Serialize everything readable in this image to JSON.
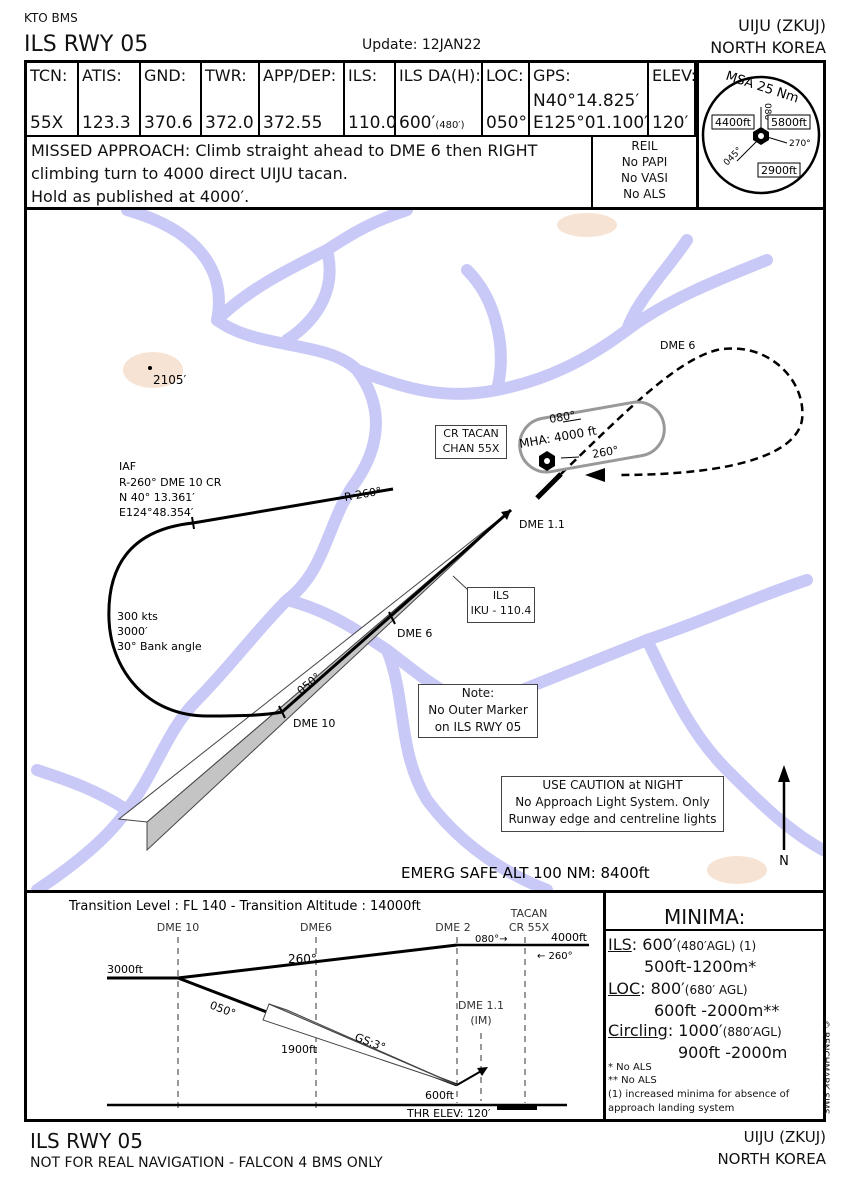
{
  "header": {
    "org": "KTO BMS",
    "title": "ILS RWY 05",
    "update": "Update: 12JAN22",
    "airport": "UIJU (ZKUJ)",
    "country": "NORTH KOREA"
  },
  "comms": [
    {
      "label": "TCN:",
      "value": "55X"
    },
    {
      "label": "ATIS:",
      "value": "123.3"
    },
    {
      "label": "GND:",
      "value": "370.6"
    },
    {
      "label": "TWR:",
      "value": "372.0"
    },
    {
      "label": "APP/DEP:",
      "value": "372.55"
    },
    {
      "label": "ILS:",
      "value": "110.0"
    },
    {
      "label": "ILS DA(H):",
      "value": "600′",
      "value_sub": "(480′)"
    },
    {
      "label": "LOC:",
      "value": "050°"
    },
    {
      "label": "GPS:",
      "value": "N40°14.825′",
      "value2": "E125°01.100′"
    },
    {
      "label": "ELEV:",
      "value": "120′"
    }
  ],
  "missed_approach": {
    "line1": "MISSED APPROACH: Climb straight ahead to DME 6 then RIGHT",
    "line2": "climbing turn to 4000 direct UIJU tacan.",
    "line3": "Hold as published at 4000′."
  },
  "lighting": [
    "REIL",
    "No PAPI",
    "No VASI",
    "No ALS"
  ],
  "msa": {
    "title": "MSA 25 Nm",
    "sectors": [
      "4400ft",
      "5800ft",
      "2900ft"
    ],
    "radials": [
      "080°",
      "270°",
      "045°"
    ]
  },
  "plan": {
    "peak": "2105′",
    "iaf": [
      "IAF",
      "R-260° DME 10 CR",
      "N 40° 13.361′",
      "E124°48.354′"
    ],
    "radial_label": "R-260°",
    "turn": [
      "300 kts",
      "3000′",
      "30° Bank angle"
    ],
    "tacan_box": [
      "CR TACAN",
      "CHAN 55X"
    ],
    "holding": {
      "mha": "MHA: 4000 ft",
      "inbound": "080°",
      "outbound": "260°"
    },
    "dme6_missed": "DME 6",
    "dme11": "DME 1.1",
    "dme6": "DME 6",
    "dme10": "DME 10",
    "course": "050°",
    "ils_box": [
      "ILS",
      "IKU - 110.4"
    ],
    "note_title": "Note:",
    "note": [
      "No Outer Marker",
      "on ILS RWY 05"
    ],
    "caution_title": "USE CAUTION at NIGHT",
    "caution": [
      "No Approach Light System. Only",
      "Runway edge and centreline lights"
    ],
    "north": "N",
    "emerg": "EMERG SAFE ALT 100 NM: 8400ft"
  },
  "profile": {
    "transition": "Transition Level : FL 140  -  Transition Altitude : 14000ft",
    "dme10": "DME 10",
    "dme6": "DME6",
    "dme2": "DME 2",
    "tacan": [
      "TACAN",
      "CR 55X"
    ],
    "alt4000": "4000ft",
    "hdg080": "080°→",
    "hdg260": "← 260°",
    "track260": "260°",
    "alt3000": "3000ft",
    "course": "050°",
    "gs": "GS:3°",
    "alt1900": "1900ft",
    "dme11": [
      "DME 1.1",
      "(IM)"
    ],
    "alt600": "600ft",
    "thr": "THR ELEV: 120′"
  },
  "minima": {
    "title": "MINIMA:",
    "ils_label": "ILS",
    "ils_val": ": 600′",
    "ils_small": "(480′AGL) (1)",
    "ils_vis": "500ft-1200m*",
    "loc_label": "LOC",
    "loc_val": ": 800′",
    "loc_small": "(680′ AGL)",
    "loc_vis": "600ft -2000m**",
    "circ_label": "Circling",
    "circ_val": ": 1000′",
    "circ_small": "(880′AGL)",
    "circ_vis": "900ft -2000m",
    "notes": [
      "* No ALS",
      "** No ALS",
      "(1) increased minima for absence of",
      "approach landing system"
    ]
  },
  "copyright": "© BENCHMARK SIMS",
  "footer": {
    "title": "ILS RWY 05",
    "disclaimer": "NOT FOR REAL NAVIGATION - FALCON 4 BMS ONLY",
    "airport": "UIJU (ZKUJ)",
    "country": "NORTH KOREA"
  }
}
